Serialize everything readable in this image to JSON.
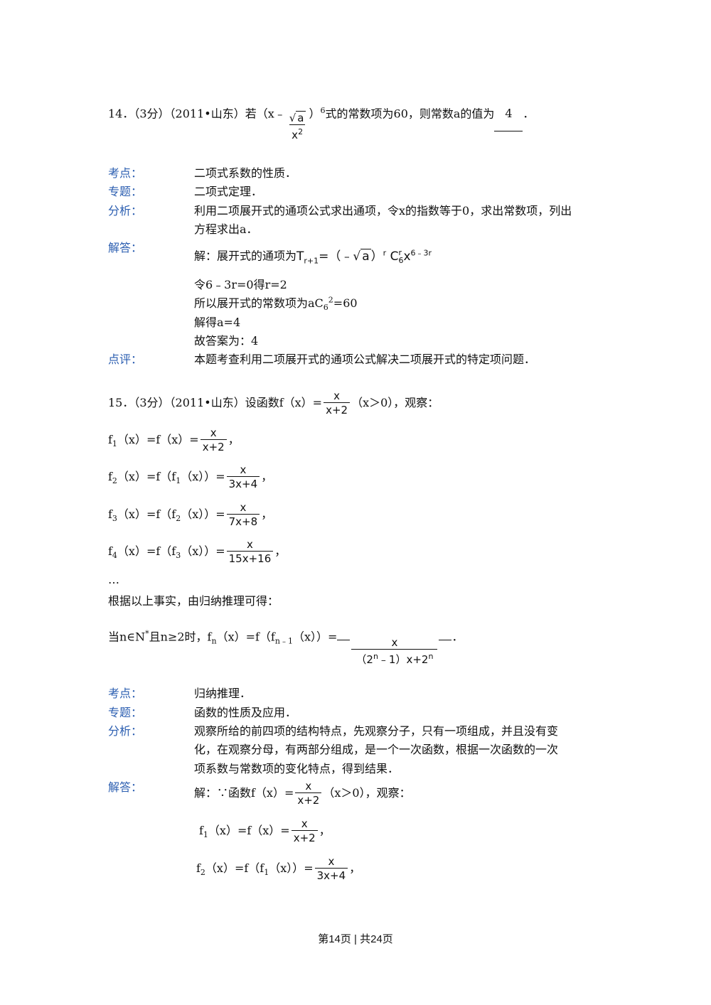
{
  "q14": {
    "head": "14．（3分）（2011•山东）若（x﹣",
    "frac_num": "a",
    "frac_den": "x",
    "frac_den_exp": "2",
    "tail_pre": "）",
    "tail_exp": "6",
    "tail": "式的常数项为60，则常数a的值为",
    "answer": "4",
    "end": "．",
    "kaodian_label": "考点：",
    "kaodian": "二项式系数的性质．",
    "zhuanti_label": "专题：",
    "zhuanti": "二项式定理．",
    "fenxi_label": "分析：",
    "fenxi_1": "利用二项展开式的通项公式求出通项，令x的指数等于0，求出常数项，列出",
    "fenxi_2": "方程求出a．",
    "jieda_label": "解答：",
    "jie_1_pre": "解：展开式的通项为",
    "jie_1_T": "T",
    "jie_1_Tsub": "r+1",
    "jie_1_eq": "=（﹣",
    "jie_1_a": "a",
    "jie_1_close": "）",
    "jie_1_r": "r",
    "jie_1_C": "C",
    "jie_1_Csub": "6",
    "jie_1_Csup": "r",
    "jie_1_x": "x",
    "jie_1_xexp": "6﹣3r",
    "jie_2": "令6﹣3r=0得r=2",
    "jie_3_pre": "所以展开式的常数项为aC",
    "jie_3_sub": "6",
    "jie_3_sup": "2",
    "jie_3_post": "=60",
    "jie_4": "解得a=4",
    "jie_5": "故答案为：4",
    "dianping_label": "点评：",
    "dianping": "本题考查利用二项展开式的通项公式解决二项展开式的特定项问题．"
  },
  "q15": {
    "head": "15．（3分）（2011•山东）设函数f（x）=",
    "head_num": "x",
    "head_den": "x+2",
    "head_tail": "（x＞0），观察：",
    "f1_pre": "f",
    "f1_sub": "1",
    "f1_mid": "（x）=f（x）=",
    "f1_num": "x",
    "f1_den": "x+2",
    "f2_pre": "f",
    "f2_sub": "2",
    "f2_mid": "（x）=f（f",
    "f2_sub2": "1",
    "f2_mid2": "（x））=",
    "f2_num": "x",
    "f2_den": "3x+4",
    "f3_pre": "f",
    "f3_sub": "3",
    "f3_mid": "（x）=f（f",
    "f3_sub2": "2",
    "f3_mid2": "（x））=",
    "f3_num": "x",
    "f3_den": "7x+8",
    "f4_pre": "f",
    "f4_sub": "4",
    "f4_mid": "（x）=f（f",
    "f4_sub2": "3",
    "f4_mid2": "（x））=",
    "f4_num": "x",
    "f4_den": "15x+16",
    "comma": "，",
    "dots": "…",
    "guina": "根据以上事实，由归纳推理可得：",
    "when_pre": "当n∈N",
    "when_sup": "*",
    "when_mid": "且n≥2时，f",
    "when_sub": "n",
    "when_mid2": "（x）=f（f",
    "when_sub2": "n﹣1",
    "when_mid3": "（x））=",
    "ans_num": "x",
    "ans_den_1": "（2",
    "ans_den_sup1": "n",
    "ans_den_2": "﹣1）x+2",
    "ans_den_sup2": "n",
    "end": "．",
    "kaodian_label": "考点：",
    "kaodian": "归纳推理．",
    "zhuanti_label": "专题：",
    "zhuanti": "函数的性质及应用．",
    "fenxi_label": "分析：",
    "fenxi_1": "观察所给的前四项的结构特点，先观察分子，只有一项组成，并且没有变",
    "fenxi_2": "化，在观察分母，有两部分组成，是一个一次函数，根据一次函数的一次",
    "fenxi_3": "项系数与常数项的变化特点，得到结果．",
    "jieda_label": "解答：",
    "jie_1": "解：∵函数f（x）=",
    "jie_1_tail": "（x＞0），观察："
  },
  "footer": {
    "text": "第14页 | 共24页"
  }
}
